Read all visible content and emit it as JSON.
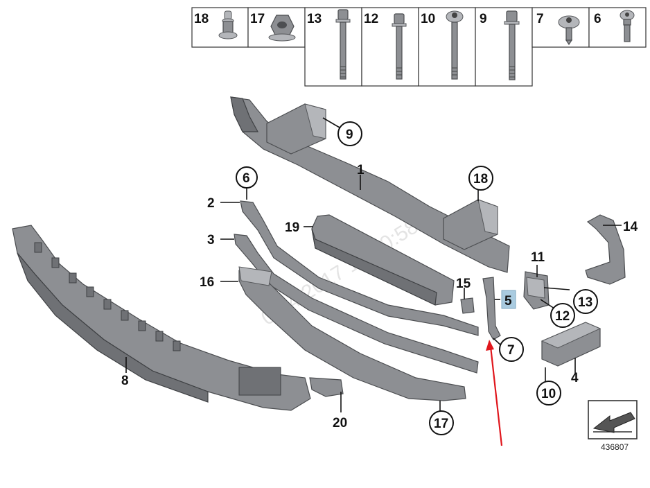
{
  "header_parts": [
    "18",
    "17",
    "13",
    "12",
    "10",
    "9",
    "7",
    "6"
  ],
  "callouts": {
    "c1": "1",
    "c2": "2",
    "c3": "3",
    "c4": "4",
    "c5": "5",
    "c6": "6",
    "c7": "7",
    "c8": "8",
    "c9": "9",
    "c10": "10",
    "c11": "11",
    "c12": "12",
    "c13": "13",
    "c14": "14",
    "c15": "15",
    "c16": "16",
    "c17": "17",
    "c18": "18",
    "c19": "19",
    "c20": "20"
  },
  "diagram_number": "436807",
  "watermark": "0-04.2017 17:20:58",
  "colors": {
    "highlight": "#a9cbe0",
    "arrow": "#e0161c"
  }
}
